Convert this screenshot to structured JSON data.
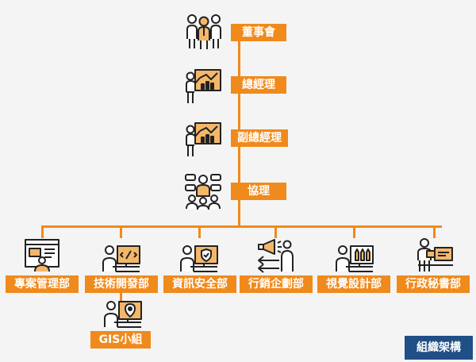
{
  "colors": {
    "accent": "#f08a1c",
    "badge": "#1f4f86",
    "ink": "#222222",
    "fill": "#f4b76a"
  },
  "hierarchy": {
    "board": "董事會",
    "general_manager": "總經理",
    "deputy_general_manager": "副總經理",
    "assistant_manager": "協理"
  },
  "departments": [
    {
      "label": "專案管理部",
      "icon": "presentation-screen-icon"
    },
    {
      "label": "技術開發部",
      "icon": "developer-workstation-icon"
    },
    {
      "label": "資訊安全部",
      "icon": "security-workstation-icon"
    },
    {
      "label": "行銷企劃部",
      "icon": "marketing-megaphone-icon"
    },
    {
      "label": "視覺設計部",
      "icon": "design-workstation-icon"
    },
    {
      "label": "行政秘書部",
      "icon": "admin-desk-icon"
    }
  ],
  "sub_unit": {
    "label": "GIS小組",
    "icon": "gis-workstation-icon"
  },
  "badge": "組織架構"
}
